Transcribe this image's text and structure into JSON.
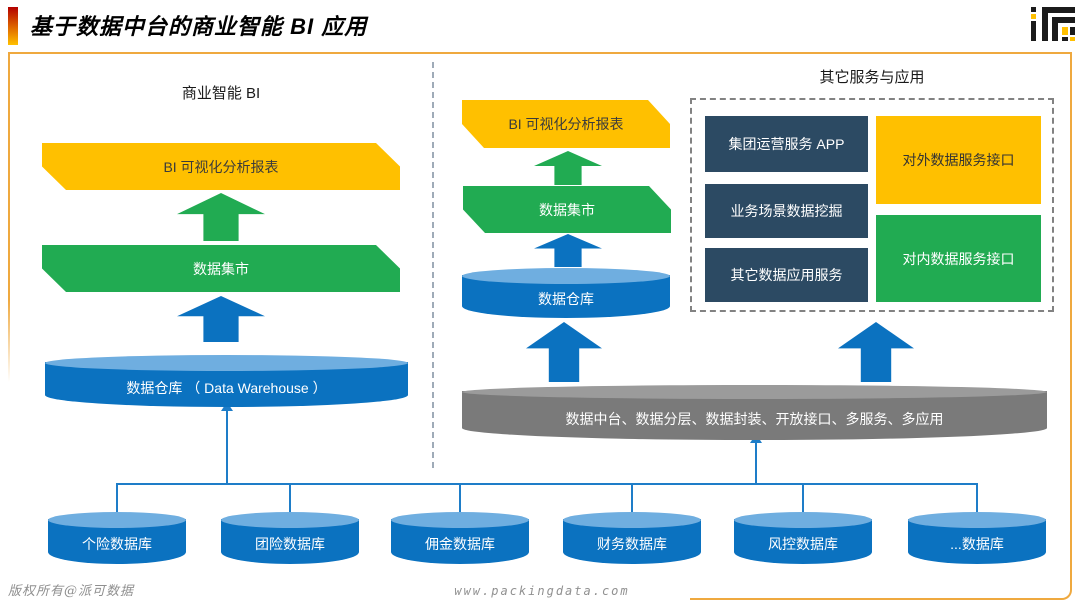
{
  "slide": {
    "title": "基于数据中台的商业智能 BI 应用",
    "footer_left": "版权所有@派可数据",
    "footer_center": "www.packingdata.com"
  },
  "bi_section": {
    "title": "商业智能 BI",
    "report_banner": "BI 可视化分析报表",
    "mart_banner": "数据集市",
    "warehouse": "数据仓库 （ Data Warehouse ）"
  },
  "platform_section": {
    "report_banner": "BI 可视化分析报表",
    "mart_banner": "数据集市",
    "warehouse": "数据仓库",
    "platform_disk": "数据中台、数据分层、数据封装、开放接口、多服务、多应用"
  },
  "services_section": {
    "title": "其它服务与应用",
    "apps": [
      "集团运营服务 APP",
      "业务场景数据挖掘",
      "其它数据应用服务"
    ],
    "external_interface": "对外数据服务接口",
    "internal_interface": "对内数据服务接口"
  },
  "databases": [
    "个险数据库",
    "团险数据库",
    "佣金数据库",
    "财务数据库",
    "风控数据库",
    "...数据库"
  ],
  "colors": {
    "gold": "#FFC000",
    "green": "#21AB52",
    "blue": "#0B72C0",
    "blue_light": "#6FAEE0",
    "navy": "#2C4A63",
    "disk_gray": "#7A7A7A",
    "disk_gray_top": "#9B9B9B",
    "frame_orange": "#EFA93F",
    "connector_blue": "#1E7DC8",
    "accent_red": "#B30000"
  }
}
